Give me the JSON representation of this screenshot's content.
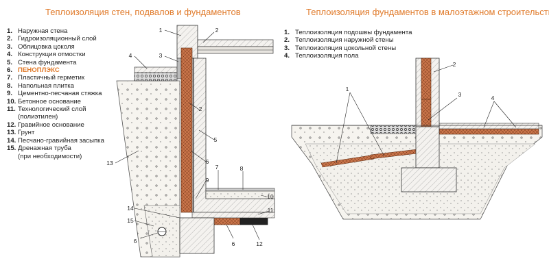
{
  "left": {
    "title": "Теплоизоляция стен, подвалов и фундаментов",
    "legend": [
      {
        "num": "1.",
        "text": "Наружная стена"
      },
      {
        "num": "2.",
        "text": "Гидроизоляционный слой"
      },
      {
        "num": "3.",
        "text": "Облицовка цоколя"
      },
      {
        "num": "4.",
        "text": "Конструкция отмостки"
      },
      {
        "num": "5.",
        "text": "Стена фундамента"
      },
      {
        "num": "6.",
        "text": "ПЕНОПЛЭКС",
        "highlight": true
      },
      {
        "num": "7.",
        "text": "Пластичный герметик"
      },
      {
        "num": "8.",
        "text": "Напольная плитка"
      },
      {
        "num": "9.",
        "text": "Цементно-песчаная стяжка"
      },
      {
        "num": "10.",
        "text": "Бетонное основание"
      },
      {
        "num": "11.",
        "text": "Технологический слой"
      },
      {
        "num": "",
        "text": "(полиэтилен)"
      },
      {
        "num": "12.",
        "text": "Гравийное основание"
      },
      {
        "num": "13.",
        "text": "Грунт"
      },
      {
        "num": "14.",
        "text": "Песчано-гравийная засыпка"
      },
      {
        "num": "15.",
        "text": "Дренажная труба"
      },
      {
        "num": "",
        "text": "(при необходимости)"
      }
    ],
    "callouts": [
      "1",
      "2",
      "3",
      "4",
      "2",
      "5",
      "6",
      "7",
      "8",
      "9",
      "10",
      "11",
      "12",
      "6",
      "14",
      "15",
      "6",
      "13"
    ]
  },
  "right": {
    "title": "Теплоизоляция фундаментов в малоэтажном строительстве",
    "legend": [
      {
        "num": "1.",
        "text": "Теплоизоляция подошвы фундамента"
      },
      {
        "num": "2.",
        "text": "Теплоизоляция наружной стены"
      },
      {
        "num": "3.",
        "text": "Теплоизоляция цокольной стены"
      },
      {
        "num": "4.",
        "text": "Теплоизоляция пола"
      }
    ],
    "callouts": [
      "1",
      "2",
      "3",
      "4"
    ]
  },
  "colors": {
    "accent": "#e07a2a",
    "insulation": "#c8744a",
    "concrete": "#e6e3df",
    "soil": "#f1efe9",
    "line": "#333333"
  }
}
